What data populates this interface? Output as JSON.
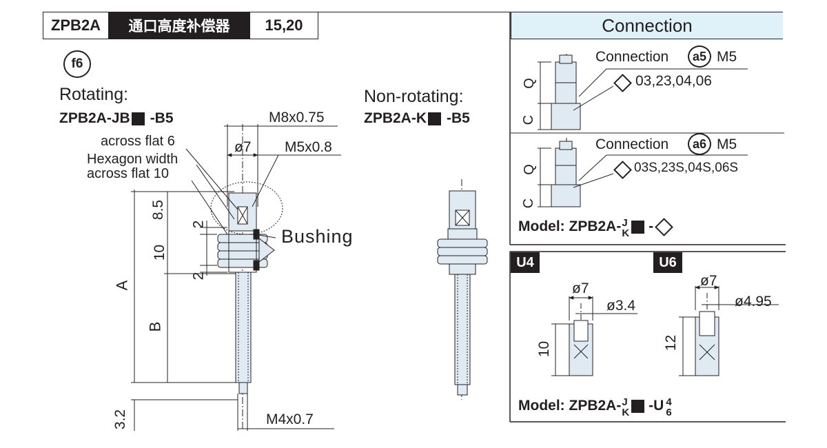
{
  "header": {
    "code": "ZPB2A",
    "name": "通口高度补偿器",
    "size": "15,20"
  },
  "connection": {
    "title": "Connection",
    "a5": {
      "label": "Connection",
      "badge": "a5",
      "thread": "M5",
      "options": "03,23,04,06"
    },
    "a6": {
      "label": "Connection",
      "badge": "a6",
      "thread": "M5",
      "options": "03S,23S,04S,06S"
    },
    "dims": {
      "q": "Q",
      "c": "C"
    },
    "model": {
      "prefix": "Model: ZPB2A-",
      "top": "J",
      "bottom": "K",
      "sep": "-"
    }
  },
  "f6": {
    "badge": "f6",
    "rotating_label": "Rotating:",
    "rotating_model_a": "ZPB2A-JB",
    "rotating_model_b": "-B5",
    "nonrotating_label": "Non-rotating:",
    "nonrotating_model_a": "ZPB2A-K",
    "nonrotating_model_b": "-B5",
    "thread_top": "M8x0.75",
    "dia": "ø7",
    "thread_m5": "M5x0.8",
    "flat6": "across flat 6",
    "hex_line1": "Hexagon width",
    "hex_line2": "across flat 10",
    "bushing": "Bushing",
    "dim_85": "8.5",
    "dim_2a": "2",
    "dim_10": "10",
    "dim_2b": "2",
    "dim_A": "A",
    "dim_B": "B",
    "dim_32": "3.2",
    "thread_bottom": "M4x0.7"
  },
  "u4": {
    "tag": "U4",
    "dia": "ø7",
    "inner": "ø3.4",
    "height": "10"
  },
  "u6": {
    "tag": "U6",
    "dia": "ø7",
    "inner": "ø4.95",
    "height": "12"
  },
  "u_model": {
    "prefix": "Model: ZPB2A-",
    "top": "J",
    "bottom": "K",
    "suffix": "-U",
    "top2": "4",
    "bottom2": "6"
  }
}
